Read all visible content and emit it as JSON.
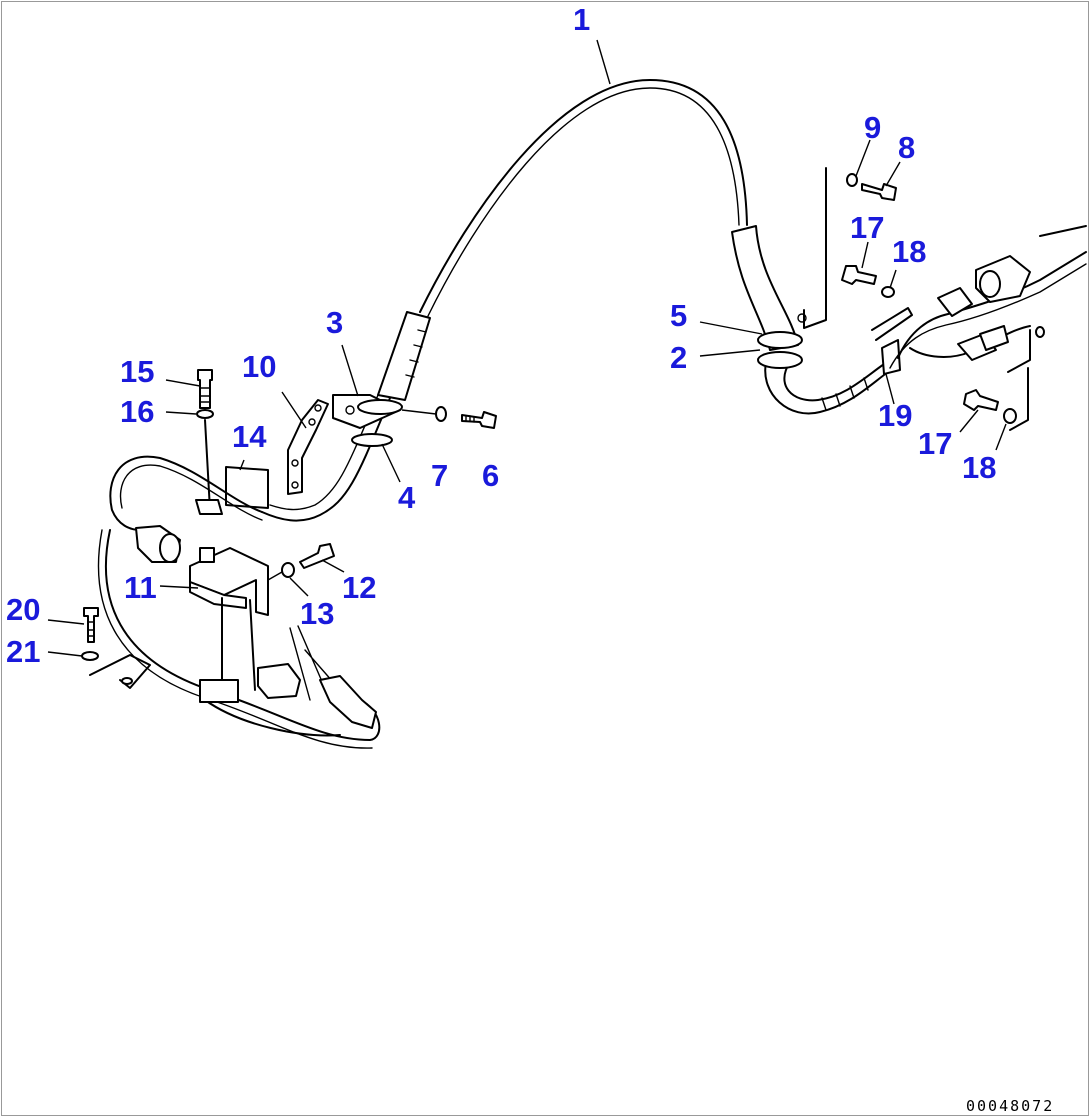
{
  "callout_color": "#1a1adb",
  "drawing_number": "00048072",
  "callouts": [
    {
      "id": "c1",
      "label": "1"
    },
    {
      "id": "c2",
      "label": "2"
    },
    {
      "id": "c3",
      "label": "3"
    },
    {
      "id": "c4",
      "label": "4"
    },
    {
      "id": "c5",
      "label": "5"
    },
    {
      "id": "c6",
      "label": "6"
    },
    {
      "id": "c7",
      "label": "7"
    },
    {
      "id": "c8",
      "label": "8"
    },
    {
      "id": "c9",
      "label": "9"
    },
    {
      "id": "c10",
      "label": "10"
    },
    {
      "id": "c11",
      "label": "11"
    },
    {
      "id": "c12",
      "label": "12"
    },
    {
      "id": "c13",
      "label": "13"
    },
    {
      "id": "c14",
      "label": "14"
    },
    {
      "id": "c15",
      "label": "15"
    },
    {
      "id": "c16",
      "label": "16"
    },
    {
      "id": "c17a",
      "label": "17"
    },
    {
      "id": "c17b",
      "label": "17"
    },
    {
      "id": "c18a",
      "label": "18"
    },
    {
      "id": "c18b",
      "label": "18"
    },
    {
      "id": "c19",
      "label": "19"
    },
    {
      "id": "c20",
      "label": "20"
    },
    {
      "id": "c21",
      "label": "21"
    }
  ]
}
